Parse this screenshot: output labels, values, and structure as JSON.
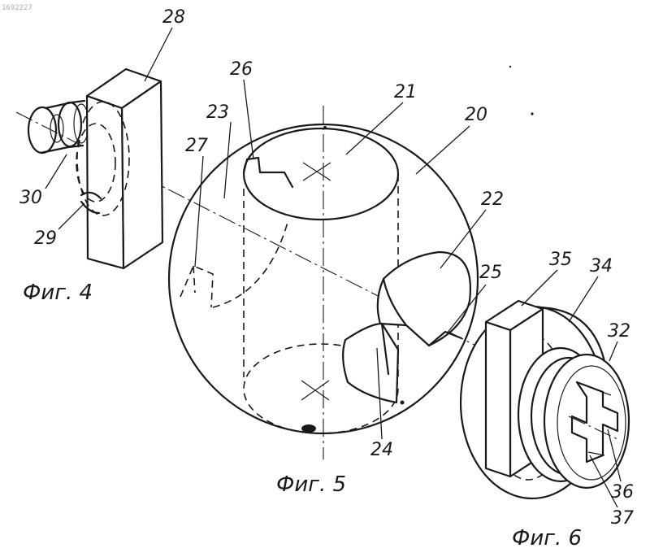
{
  "corner_mark": "1692227",
  "figures": {
    "fig4": {
      "caption": "Фиг. 4",
      "labels": {
        "block": "28",
        "slot": "29",
        "shaft": "30"
      }
    },
    "fig5": {
      "caption": "Фиг. 5",
      "labels": {
        "sphere": "20",
        "bore_top": "21",
        "bore_side": "22",
        "face": "23",
        "bottom_notch": "24",
        "right_notch": "25",
        "top_notch": "26",
        "left_notch": "27"
      }
    },
    "fig6": {
      "caption": "Фиг. 6",
      "labels": {
        "end": "32",
        "flange": "34",
        "key": "35",
        "cross_slot": "36",
        "slot_bottom": "37"
      }
    }
  }
}
